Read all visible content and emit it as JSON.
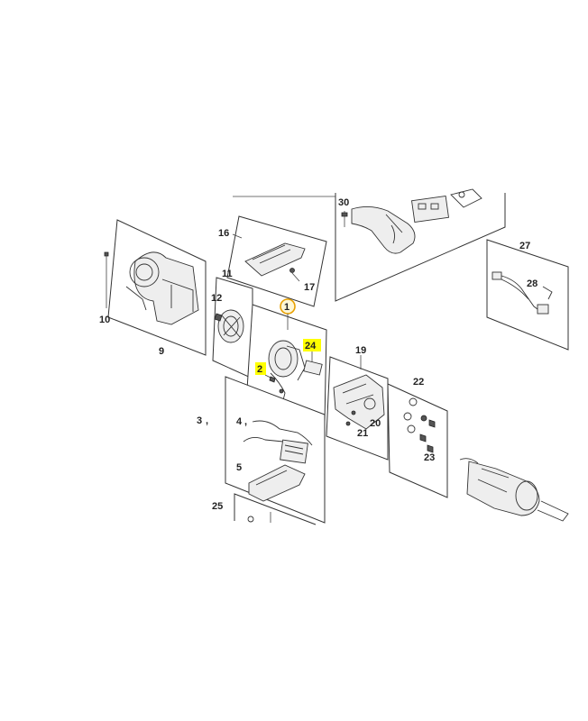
{
  "labels": {
    "p1": "1",
    "p2": "2",
    "p3": "3",
    "p3sep": ",",
    "p4": "4",
    "p4sep": ",",
    "p5": "5",
    "p9": "9",
    "p10": "10",
    "p11": "11",
    "p12": "12",
    "p16": "16",
    "p17": "17",
    "p19": "19",
    "p20": "20",
    "p21": "21",
    "p22": "22",
    "p23": "23",
    "p24": "24",
    "p25": "25",
    "p27": "27",
    "p28": "28",
    "p30": "30"
  },
  "highlights": {
    "circle_color": "#e8a000",
    "box_color": "#ffff00"
  }
}
